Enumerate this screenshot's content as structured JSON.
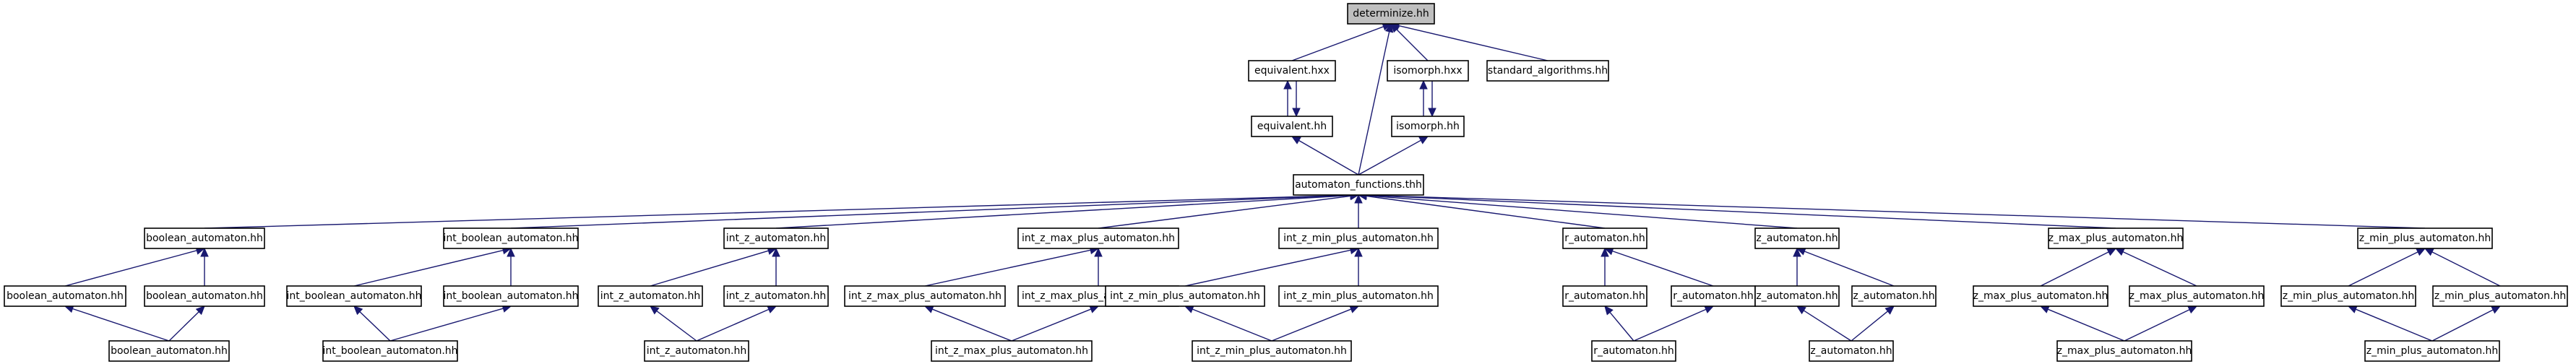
{
  "diagram": {
    "type": "include-dependency-graph",
    "colors": {
      "edge": "#191970",
      "node_border": "#000000",
      "node_fill": "#ffffff",
      "root_fill": "#bfbfbf"
    },
    "nodes": [
      {
        "id": "determinize_hh",
        "label": "determinize.hh",
        "root": true
      },
      {
        "id": "equivalent_hxx",
        "label": "equivalent.hxx"
      },
      {
        "id": "isomorph_hxx",
        "label": "isomorph.hxx"
      },
      {
        "id": "standard_algorithms_hh",
        "label": "standard_algorithms.hh"
      },
      {
        "id": "equivalent_hh",
        "label": "equivalent.hh"
      },
      {
        "id": "isomorph_hh",
        "label": "isomorph.hh"
      },
      {
        "id": "automaton_functions_thh",
        "label": "automaton_functions.thh"
      },
      {
        "id": "boolean_automaton_hh_1",
        "label": "boolean_automaton.hh"
      },
      {
        "id": "int_boolean_automaton_hh_1",
        "label": "int_boolean_automaton.hh"
      },
      {
        "id": "int_z_automaton_hh_1",
        "label": "int_z_automaton.hh"
      },
      {
        "id": "int_z_max_plus_automaton_hh_1",
        "label": "int_z_max_plus_automaton.hh"
      },
      {
        "id": "int_z_min_plus_automaton_hh_1",
        "label": "int_z_min_plus_automaton.hh"
      },
      {
        "id": "r_automaton_hh_1",
        "label": "r_automaton.hh"
      },
      {
        "id": "z_automaton_hh_1",
        "label": "z_automaton.hh"
      },
      {
        "id": "z_max_plus_automaton_hh_1",
        "label": "z_max_plus_automaton.hh"
      },
      {
        "id": "z_min_plus_automaton_hh_1",
        "label": "z_min_plus_automaton.hh"
      },
      {
        "id": "boolean_automaton_hh_2a",
        "label": "boolean_automaton.hh"
      },
      {
        "id": "boolean_automaton_hh_2b",
        "label": "boolean_automaton.hh"
      },
      {
        "id": "int_boolean_automaton_hh_2a",
        "label": "int_boolean_automaton.hh"
      },
      {
        "id": "int_boolean_automaton_hh_2b",
        "label": "int_boolean_automaton.hh"
      },
      {
        "id": "int_z_automaton_hh_2a",
        "label": "int_z_automaton.hh"
      },
      {
        "id": "int_z_automaton_hh_2b",
        "label": "int_z_automaton.hh"
      },
      {
        "id": "int_z_max_plus_automaton_hh_2a",
        "label": "int_z_max_plus_automaton.hh"
      },
      {
        "id": "int_z_max_plus_automaton_hh_2b",
        "label": "int_z_max_plus_automaton.hh"
      },
      {
        "id": "int_z_min_plus_automaton_hh_2a",
        "label": "int_z_min_plus_automaton.hh"
      },
      {
        "id": "int_z_min_plus_automaton_hh_2b",
        "label": "int_z_min_plus_automaton.hh"
      },
      {
        "id": "r_automaton_hh_2a",
        "label": "r_automaton.hh"
      },
      {
        "id": "r_automaton_hh_2b",
        "label": "r_automaton.hh"
      },
      {
        "id": "z_automaton_hh_2a",
        "label": "z_automaton.hh"
      },
      {
        "id": "z_automaton_hh_2b",
        "label": "z_automaton.hh"
      },
      {
        "id": "z_max_plus_automaton_hh_2a",
        "label": "z_max_plus_automaton.hh"
      },
      {
        "id": "z_max_plus_automaton_hh_2b",
        "label": "z_max_plus_automaton.hh"
      },
      {
        "id": "z_min_plus_automaton_hh_2a",
        "label": "z_min_plus_automaton.hh"
      },
      {
        "id": "z_min_plus_automaton_hh_2b",
        "label": "z_min_plus_automaton.hh"
      },
      {
        "id": "boolean_automaton_hh_3",
        "label": "boolean_automaton.hh"
      },
      {
        "id": "int_boolean_automaton_hh_3",
        "label": "int_boolean_automaton.hh"
      },
      {
        "id": "int_z_automaton_hh_3",
        "label": "int_z_automaton.hh"
      },
      {
        "id": "int_z_max_plus_automaton_hh_3",
        "label": "int_z_max_plus_automaton.hh"
      },
      {
        "id": "int_z_min_plus_automaton_hh_3",
        "label": "int_z_min_plus_automaton.hh"
      },
      {
        "id": "r_automaton_hh_3",
        "label": "r_automaton.hh"
      },
      {
        "id": "z_automaton_hh_3",
        "label": "z_automaton.hh"
      },
      {
        "id": "z_max_plus_automaton_hh_3",
        "label": "z_max_plus_automaton.hh"
      },
      {
        "id": "z_min_plus_automaton_hh_3",
        "label": "z_min_plus_automaton.hh"
      }
    ],
    "edges": [
      {
        "from": "equivalent_hxx",
        "to": "determinize_hh"
      },
      {
        "from": "isomorph_hxx",
        "to": "determinize_hh"
      },
      {
        "from": "standard_algorithms_hh",
        "to": "determinize_hh"
      },
      {
        "from": "automaton_functions_thh",
        "to": "determinize_hh"
      },
      {
        "from": "equivalent_hh",
        "to": "equivalent_hxx"
      },
      {
        "from": "equivalent_hxx",
        "to": "equivalent_hh"
      },
      {
        "from": "isomorph_hh",
        "to": "isomorph_hxx"
      },
      {
        "from": "isomorph_hxx",
        "to": "isomorph_hh"
      },
      {
        "from": "automaton_functions_thh",
        "to": "equivalent_hh"
      },
      {
        "from": "automaton_functions_thh",
        "to": "isomorph_hh"
      },
      {
        "from": "boolean_automaton_hh_1",
        "to": "automaton_functions_thh"
      },
      {
        "from": "int_boolean_automaton_hh_1",
        "to": "automaton_functions_thh"
      },
      {
        "from": "int_z_automaton_hh_1",
        "to": "automaton_functions_thh"
      },
      {
        "from": "int_z_max_plus_automaton_hh_1",
        "to": "automaton_functions_thh"
      },
      {
        "from": "int_z_min_plus_automaton_hh_1",
        "to": "automaton_functions_thh"
      },
      {
        "from": "r_automaton_hh_1",
        "to": "automaton_functions_thh"
      },
      {
        "from": "z_automaton_hh_1",
        "to": "automaton_functions_thh"
      },
      {
        "from": "z_max_plus_automaton_hh_1",
        "to": "automaton_functions_thh"
      },
      {
        "from": "z_min_plus_automaton_hh_1",
        "to": "automaton_functions_thh"
      },
      {
        "from": "boolean_automaton_hh_2a",
        "to": "boolean_automaton_hh_1"
      },
      {
        "from": "boolean_automaton_hh_2b",
        "to": "boolean_automaton_hh_1"
      },
      {
        "from": "boolean_automaton_hh_3",
        "to": "boolean_automaton_hh_2a"
      },
      {
        "from": "boolean_automaton_hh_3",
        "to": "boolean_automaton_hh_2b"
      },
      {
        "from": "int_boolean_automaton_hh_2a",
        "to": "int_boolean_automaton_hh_1"
      },
      {
        "from": "int_boolean_automaton_hh_2b",
        "to": "int_boolean_automaton_hh_1"
      },
      {
        "from": "int_boolean_automaton_hh_3",
        "to": "int_boolean_automaton_hh_2a"
      },
      {
        "from": "int_boolean_automaton_hh_3",
        "to": "int_boolean_automaton_hh_2b"
      },
      {
        "from": "int_z_automaton_hh_2a",
        "to": "int_z_automaton_hh_1"
      },
      {
        "from": "int_z_automaton_hh_2b",
        "to": "int_z_automaton_hh_1"
      },
      {
        "from": "int_z_automaton_hh_3",
        "to": "int_z_automaton_hh_2a"
      },
      {
        "from": "int_z_automaton_hh_3",
        "to": "int_z_automaton_hh_2b"
      },
      {
        "from": "int_z_max_plus_automaton_hh_2a",
        "to": "int_z_max_plus_automaton_hh_1"
      },
      {
        "from": "int_z_max_plus_automaton_hh_2b",
        "to": "int_z_max_plus_automaton_hh_1"
      },
      {
        "from": "int_z_max_plus_automaton_hh_3",
        "to": "int_z_max_plus_automaton_hh_2a"
      },
      {
        "from": "int_z_max_plus_automaton_hh_3",
        "to": "int_z_max_plus_automaton_hh_2b"
      },
      {
        "from": "int_z_min_plus_automaton_hh_2a",
        "to": "int_z_min_plus_automaton_hh_1"
      },
      {
        "from": "int_z_min_plus_automaton_hh_2b",
        "to": "int_z_min_plus_automaton_hh_1"
      },
      {
        "from": "int_z_min_plus_automaton_hh_3",
        "to": "int_z_min_plus_automaton_hh_2a"
      },
      {
        "from": "int_z_min_plus_automaton_hh_3",
        "to": "int_z_min_plus_automaton_hh_2b"
      },
      {
        "from": "r_automaton_hh_2a",
        "to": "r_automaton_hh_1"
      },
      {
        "from": "r_automaton_hh_2b",
        "to": "r_automaton_hh_1"
      },
      {
        "from": "r_automaton_hh_3",
        "to": "r_automaton_hh_2a"
      },
      {
        "from": "r_automaton_hh_3",
        "to": "r_automaton_hh_2b"
      },
      {
        "from": "z_automaton_hh_2a",
        "to": "z_automaton_hh_1"
      },
      {
        "from": "z_automaton_hh_2b",
        "to": "z_automaton_hh_1"
      },
      {
        "from": "z_automaton_hh_3",
        "to": "z_automaton_hh_2a"
      },
      {
        "from": "z_automaton_hh_3",
        "to": "z_automaton_hh_2b"
      },
      {
        "from": "z_max_plus_automaton_hh_2a",
        "to": "z_max_plus_automaton_hh_1"
      },
      {
        "from": "z_max_plus_automaton_hh_2b",
        "to": "z_max_plus_automaton_hh_1"
      },
      {
        "from": "z_max_plus_automaton_hh_3",
        "to": "z_max_plus_automaton_hh_2a"
      },
      {
        "from": "z_max_plus_automaton_hh_3",
        "to": "z_max_plus_automaton_hh_2b"
      },
      {
        "from": "z_min_plus_automaton_hh_2a",
        "to": "z_min_plus_automaton_hh_1"
      },
      {
        "from": "z_min_plus_automaton_hh_2b",
        "to": "z_min_plus_automaton_hh_1"
      },
      {
        "from": "z_min_plus_automaton_hh_3",
        "to": "z_min_plus_automaton_hh_2a"
      },
      {
        "from": "z_min_plus_automaton_hh_3",
        "to": "z_min_plus_automaton_hh_2b"
      }
    ]
  }
}
